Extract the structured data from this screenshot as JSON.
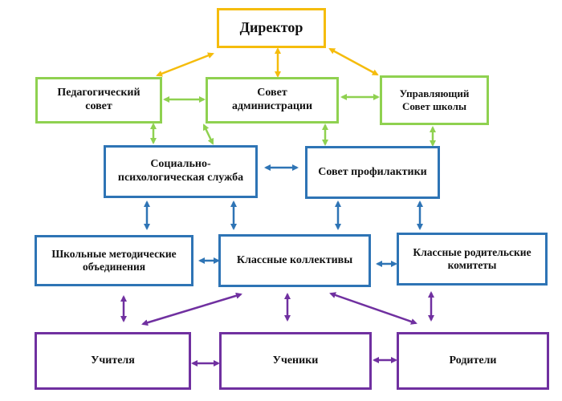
{
  "colors": {
    "yellow": "#f5bc0c",
    "green": "#8fd150",
    "blue": "#2e74b5",
    "purple": "#7030a0"
  },
  "nodes": {
    "director": "Директор",
    "ped_council": "Педагогический совет",
    "admin_council": "Совет администрации",
    "governing_council": "Управляющий Совет школы",
    "social_psych": "Социально-психологическая служба",
    "prevention_council": "Совет профилактики",
    "method_unions": "Школьные методические объединения",
    "class_collectives": "Классные коллективы",
    "parent_committees": "Классные родительские комитеты",
    "teachers": "Учителя",
    "students": "Ученики",
    "parents": "Родители"
  }
}
